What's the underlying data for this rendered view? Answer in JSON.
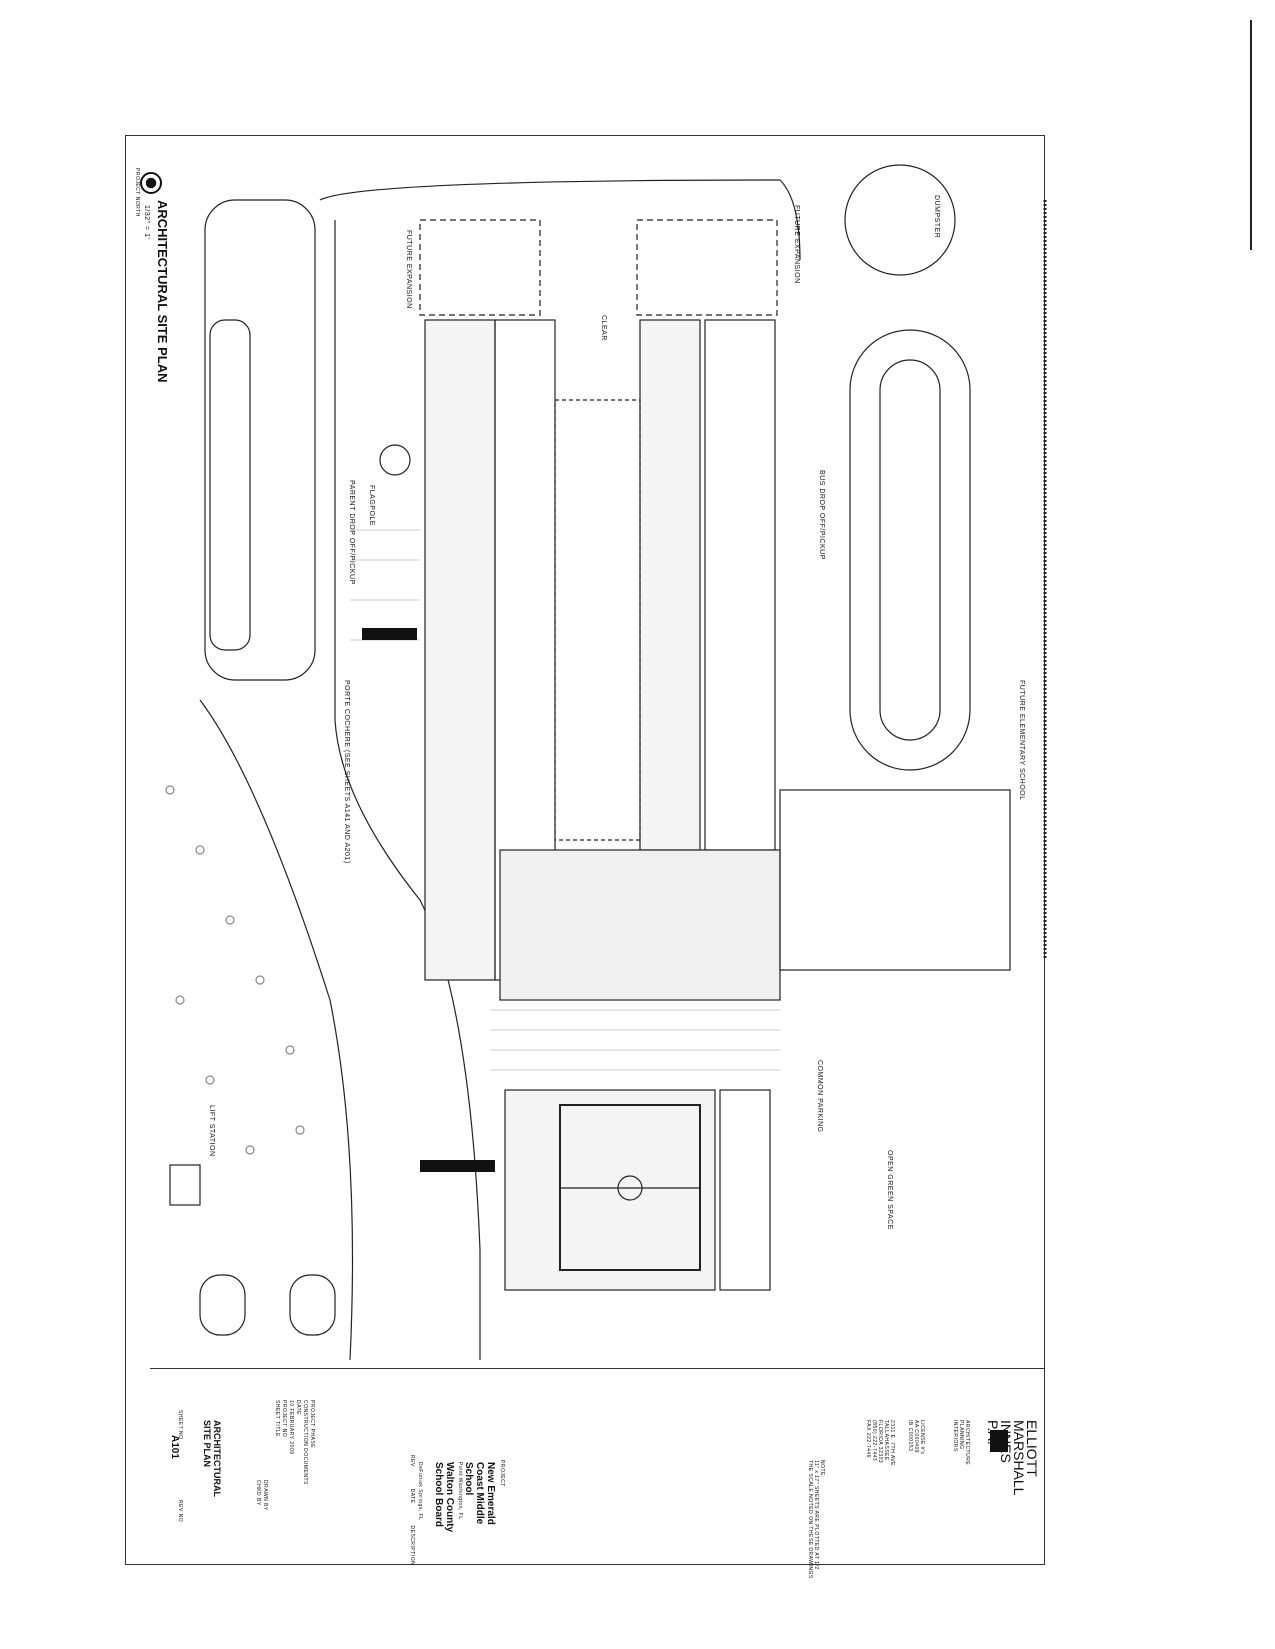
{
  "title": {
    "heading": "ARCHITECTURAL SITE PLAN",
    "scale": "1/32\" = 1'",
    "north": "PROJECT NORTH"
  },
  "labels": {
    "future_expansion": "FUTURE EXPANSION",
    "parent_drop": "PARENT DROP OFF/PICKUP",
    "bus_drop": "BUS DROP OFF/PICKUP",
    "common_parking": "COMMON PARKING",
    "open_green": "OPEN GREEN SPACE",
    "lift_station": "LIFT STATION",
    "flagpole": "FLAGPOLE",
    "dumpster": "DUMPSTER",
    "clear": "CLEAR",
    "porte_cochere": "PORTE COCHERE (SEE SHEETS A141 AND A201)",
    "future_elem": "FUTURE ELEMENTARY SCHOOL"
  },
  "firm": {
    "name1": "ELLIOTT",
    "name2": "MARSHALL",
    "name3": "INNES",
    "name4": "P.A.",
    "services": [
      "ARCHITECTURE",
      "PLANNING",
      "INTERIORS"
    ],
    "license": [
      "LICENSE #'s",
      "AA C000409",
      "IB C000153"
    ],
    "address": [
      "2311 E. 7TH AVE",
      "TALLAHASSEE",
      "FLORIDA 32303",
      "(850) 222-7443",
      "FAX 222-7446"
    ]
  },
  "note": [
    "NOTE:",
    "11\" x 17\" SHEETS ARE PLOTTED AT 1/2",
    "THE SCALE NOTED ON THESE DRAWINGS"
  ],
  "project": {
    "label": "PROJECT",
    "name": "New Emerald Coast Middle School",
    "location": "Point Washington, FL",
    "client": "Walton County School Board",
    "client_location": "DeFuniak Springs, FL",
    "rev_header": [
      "REV",
      "DATE",
      "DESCRIPTION"
    ]
  },
  "info": {
    "phase_label": "PROJECT PHASE",
    "phase": "CONSTRUCTION DOCUMENTS",
    "date_label": "DATE",
    "date": "10 FEBRUARY 2009",
    "drawn_label": "DRAWN BY",
    "checked_label": "CHKD BY",
    "project_no_label": "PROJECT NO",
    "sheet_title_label": "SHEET TITLE",
    "sheet_title": "ARCHITECTURAL SITE PLAN",
    "sheet_no_label": "SHEET NO",
    "sheet_no": "A101",
    "rev_no_label": "REV NO"
  }
}
